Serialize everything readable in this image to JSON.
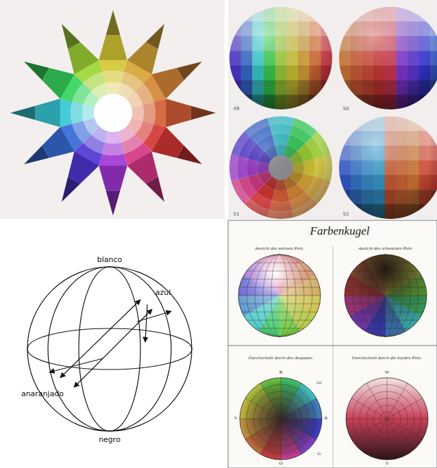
{
  "diagram": {
    "labels": [
      "49",
      "50",
      "51",
      "52",
      "blanco",
      "azul",
      "anaranjado",
      "negro",
      "Farbenkugel",
      "Ansicht des weissen Pols.",
      "Ansicht des schwarzen Pols.",
      "Durchschnitt durch den Aequator.",
      "Durchschnitt durch die beyden Pole.",
      "B",
      "Gr",
      "V",
      "R",
      "G",
      "O",
      "W",
      "S"
    ]
  }
}
